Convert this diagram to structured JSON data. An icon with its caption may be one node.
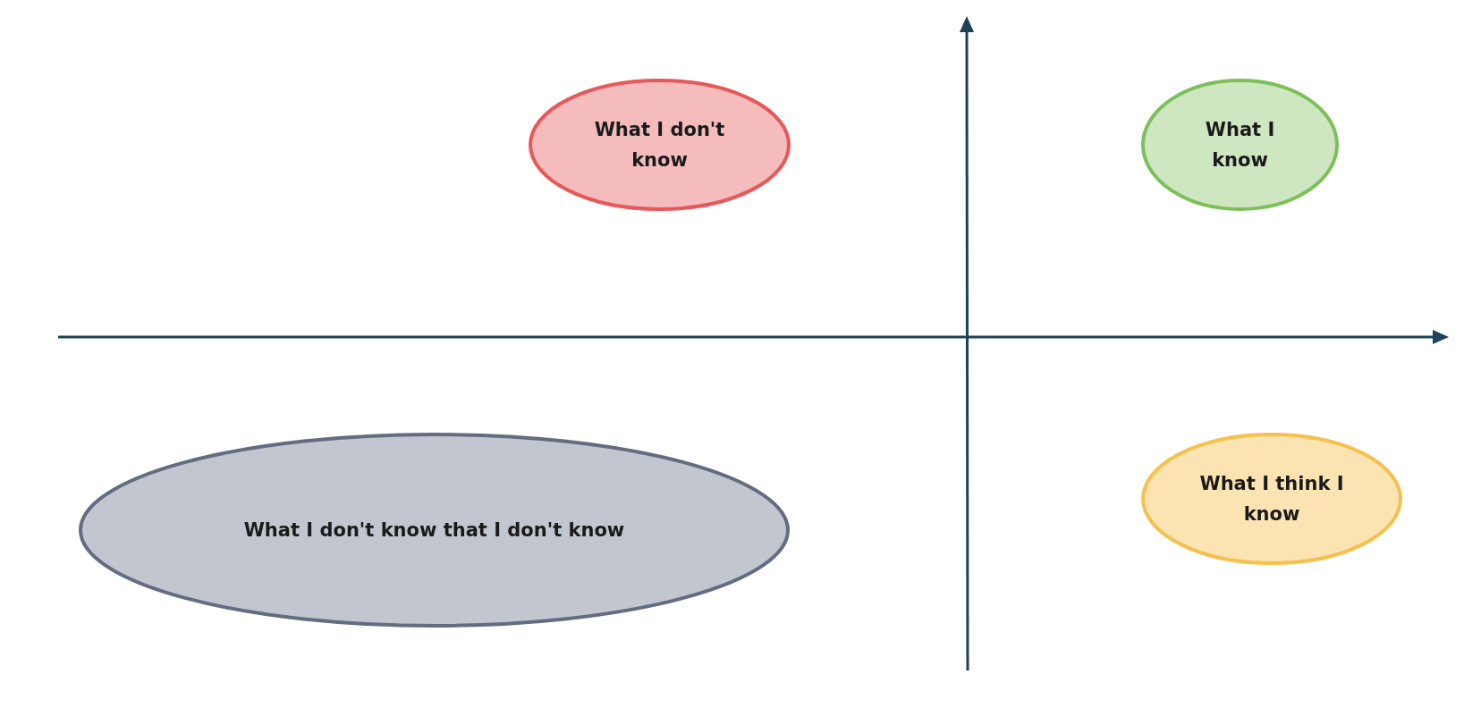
{
  "diagram": {
    "nodes": [
      {
        "text": [
          "What I don't know"
        ]
      },
      {
        "text": [
          "What I know"
        ]
      },
      {
        "text": [
          "What I don't know that I don't know"
        ]
      },
      {
        "text": [
          "What I think I know"
        ]
      }
    ]
  }
}
